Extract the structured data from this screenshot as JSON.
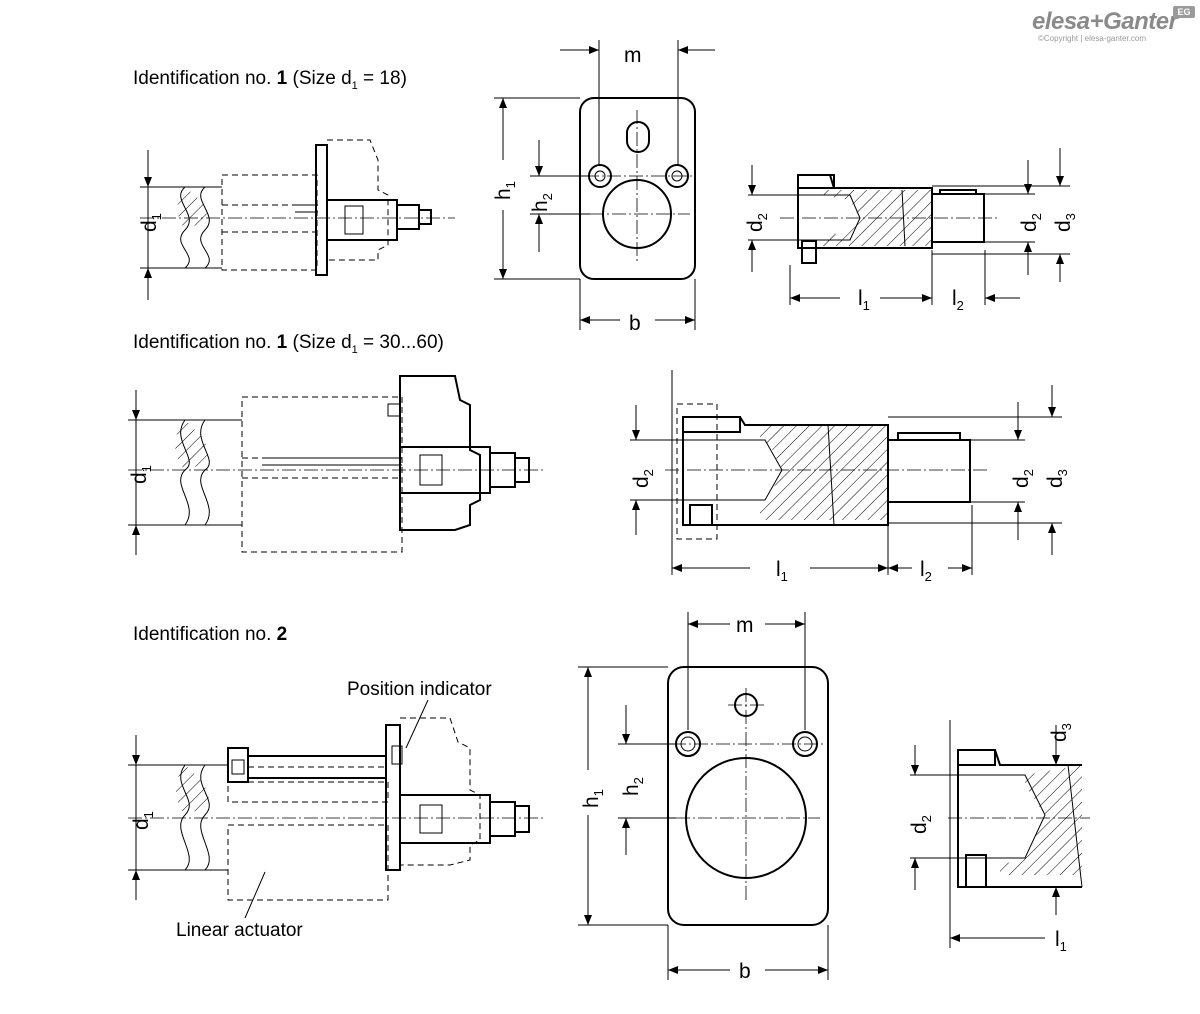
{
  "brand": {
    "name": "elesa+Ganter",
    "copyright": "©Copyright | elesa-ganter.com",
    "badge": "EG"
  },
  "captions": {
    "id1_small": {
      "prefix": "Identification no. ",
      "number": "1",
      "size_open": " (Size d",
      "size_sub": "1",
      "size_close": " = 18)"
    },
    "id1_large": {
      "prefix": "Identification no. ",
      "number": "1",
      "size_open": " (Size d",
      "size_sub": "1",
      "size_close": " = 30...60)"
    },
    "id2": {
      "prefix": "Identification no. ",
      "number": "2"
    }
  },
  "callouts": {
    "position_indicator": "Position indicator",
    "linear_actuator": "Linear actuator"
  },
  "dimensions": {
    "d": "d",
    "h": "h",
    "l": "l",
    "m": "m",
    "b": "b",
    "sub1": "1",
    "sub2": "2",
    "sub3": "3"
  }
}
